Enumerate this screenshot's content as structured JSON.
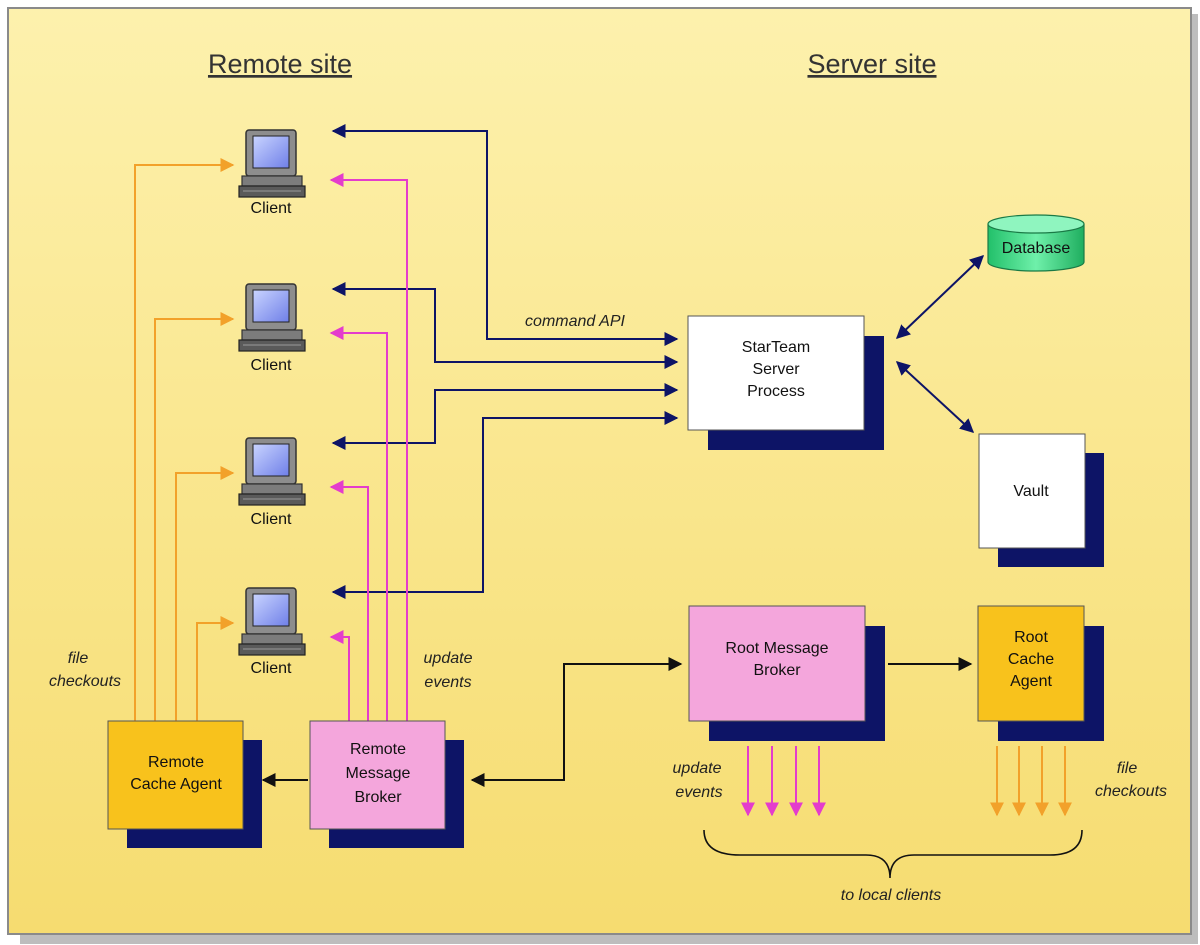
{
  "headings": {
    "remote": "Remote site",
    "server": "Server site"
  },
  "clients": [
    {
      "label": "Client"
    },
    {
      "label": "Client"
    },
    {
      "label": "Client"
    },
    {
      "label": "Client"
    }
  ],
  "boxes": {
    "starteam": [
      "StarTeam",
      "Server",
      "Process"
    ],
    "vault": [
      "Vault"
    ],
    "root_broker": [
      "Root Message",
      "Broker"
    ],
    "root_cache": [
      "Root",
      "Cache",
      "Agent"
    ],
    "remote_cache": [
      "Remote",
      "Cache Agent"
    ],
    "remote_broker": [
      "Remote",
      "Message",
      "Broker"
    ],
    "database": "Database"
  },
  "annotations": {
    "command_api": "command API",
    "file_checkouts_left": [
      "file",
      "checkouts"
    ],
    "update_events_mid": [
      "update",
      "events"
    ],
    "update_events_right": [
      "update",
      "events"
    ],
    "file_checkouts_right": [
      "file",
      "checkouts"
    ],
    "to_local_clients": "to local clients"
  },
  "colors": {
    "background_top": "#fdf0a8",
    "background_bottom": "#f7df76",
    "border": "#8a8a8a",
    "navy": "#0d1466",
    "magenta": "#e43ccc",
    "orange": "#f2a12a",
    "cache_fill": "#f8c21c",
    "broker_fill": "#f4a6dc",
    "database_fill": "#3ddc8a",
    "white_box": "#ffffff"
  }
}
